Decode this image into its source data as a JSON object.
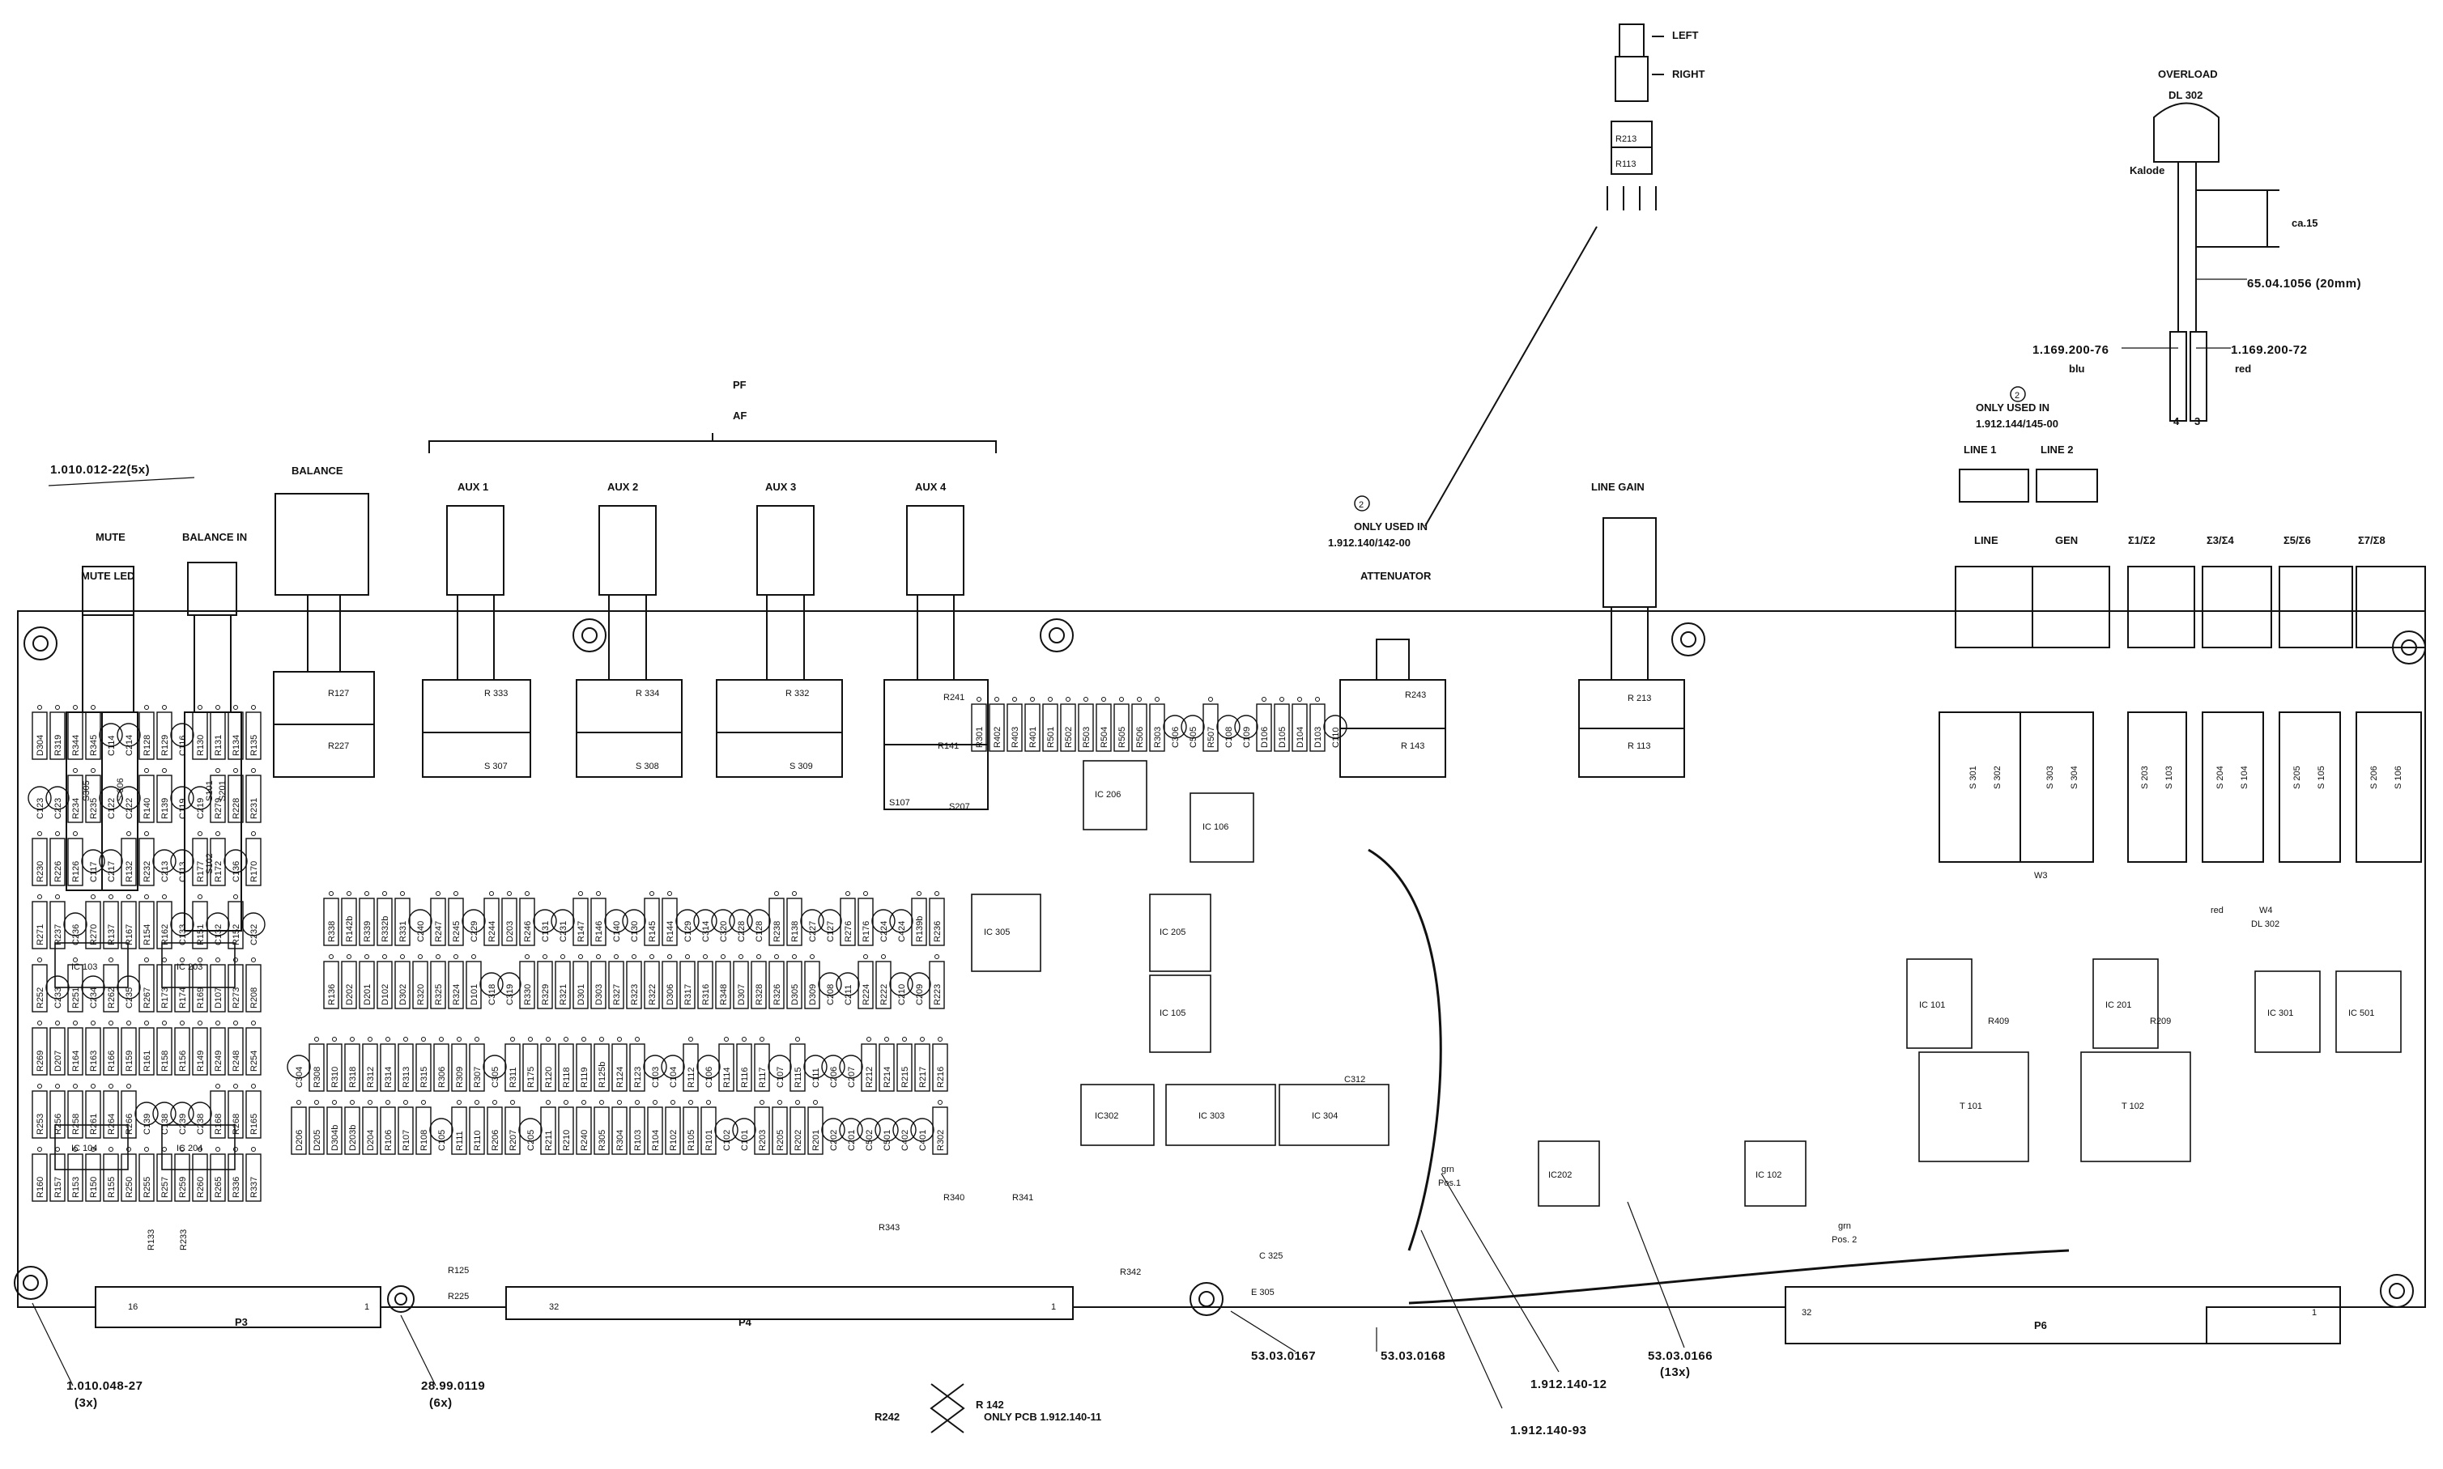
{
  "diagram": {
    "pot_labels": {
      "balance": "BALANCE",
      "mute": "MUTE",
      "mute_led": "MUTE LED",
      "balance_in": "BALANCE IN",
      "aux1": "AUX 1",
      "aux2": "AUX 2",
      "aux3": "AUX 3",
      "aux4": "AUX 4",
      "pf": "PF",
      "af": "AF",
      "line_gain": "LINE GAIN",
      "attenuator": "ATTENUATOR",
      "left": "LEFT",
      "right": "RIGHT",
      "overload": "OVERLOAD",
      "dl302": "DL 302",
      "kalode": "Kalode",
      "ca15": "ca.15",
      "line1": "LINE 1",
      "line2": "LINE 2",
      "line": "LINE",
      "gen": "GEN",
      "s12": "Σ1/Σ2",
      "s34": "Σ3/Σ4",
      "s56": "Σ5/Σ6",
      "s78": "Σ7/Σ8"
    },
    "notes": {
      "only_used_in_1": "ONLY USED IN",
      "only_used_in_1_val": "1.912.140/142-00",
      "only_used_in_2": "ONLY USED IN",
      "only_used_in_2_val": "1.912.144/145-00",
      "only_pcb": "ONLY PCB 1.912.140-11",
      "circ2": "2"
    },
    "part_numbers": {
      "pn_1010012": "1.010.012-22(5x)",
      "pn_1010048": "1.010.048-27",
      "pn_1010048_q": "(3x)",
      "pn_2899": "28.99.0119",
      "pn_2899_q": "(6x)",
      "pn_530167": "53.03.0167",
      "pn_530168": "53.03.0168",
      "pn_1912140_12": "1.912.140-12",
      "pn_1912140_93": "1.912.140-93",
      "pn_530166": "53.03.0166",
      "pn_530166_q": "(13x)",
      "pn_6504": "65.04.1056 (20mm)",
      "pn_1169_76": "1.169.200-76",
      "pn_1169_72": "1.169.200-72",
      "blu": "blu",
      "red": "red",
      "pin4": "4",
      "pin3": "3"
    },
    "connectors": {
      "p3": "P3",
      "p4": "P4",
      "p6": "P6",
      "p3_pin16": "16",
      "p3_pin1": "1",
      "p4_pin32": "32",
      "p4_pin1": "1",
      "p6_pin32": "32",
      "p6_pin1": "1"
    },
    "pot_refs": {
      "r127": "R127",
      "r227": "R227",
      "r333": "R 333",
      "s307": "S 307",
      "r334": "R 334",
      "s308": "S 308",
      "r332": "R 332",
      "s309": "S 309",
      "r241": "R241",
      "r141": "R141",
      "s107": "S107",
      "s207": "S207",
      "r243": "R243",
      "r143": "R 143",
      "r213": "R 213",
      "r113": "R 113",
      "r213b": "R213",
      "r113b": "R113",
      "r242": "R242",
      "r142": "R 142"
    },
    "ics": {
      "ic103": "IC 103",
      "ic203": "IC 203",
      "ic104": "IC 104",
      "ic204": "IC 204",
      "ic206": "IC 206",
      "ic106": "IC 106",
      "ic305": "IC 305",
      "ic205": "IC 205",
      "ic105": "IC 105",
      "ic302": "IC302",
      "ic303": "IC 303",
      "ic304": "IC 304",
      "ic202": "IC202",
      "ic102": "IC 102",
      "ic101": "IC 101",
      "ic201": "IC 201",
      "ic301": "IC 301",
      "ic501": "IC 501",
      "t101": "T 101",
      "t102": "T 102",
      "r409": "R409",
      "r209": "R209"
    },
    "switches": {
      "s305": "S305",
      "s306": "S 306",
      "s101": "S101",
      "s201": "S201",
      "s102": "S102",
      "s301": "S 301",
      "s302": "S 302",
      "s303": "S 303",
      "s304": "S 304",
      "s203": "S 203",
      "s103": "S 103",
      "s204": "S 204",
      "s104": "S 104",
      "s205": "S 205",
      "s105": "S 105",
      "s206": "S 206",
      "s106": "S 106"
    },
    "misc": {
      "grn_pos1": "grn",
      "pos1": "Pos.1",
      "grn_pos2": "grn",
      "pos2": "Pos. 2",
      "w3": "W3",
      "w4": "W4",
      "dl302b": "DL 302",
      "red_small": "red",
      "r340": "R340",
      "r341": "R341",
      "r343": "R343",
      "r342": "R342",
      "c325": "C 325",
      "e305": "E 305",
      "c312": "C312",
      "r125": "R125",
      "r225": "R225",
      "r133": "R133",
      "r233": "R233"
    },
    "components": [
      "D304",
      "R319",
      "R344",
      "R345",
      "C114",
      "C214",
      "R128",
      "R129",
      "C116",
      "R130",
      "R131",
      "R134",
      "R135",
      "C123",
      "C223",
      "R234",
      "R235",
      "C122",
      "C222",
      "R140",
      "R139",
      "C119",
      "C219",
      "R279",
      "R228",
      "R231",
      "R230",
      "R226",
      "R126",
      "C117",
      "C217",
      "R132",
      "R232",
      "C213",
      "C113",
      "R177",
      "R172",
      "C136",
      "R170",
      "R271",
      "R237",
      "C236",
      "R270",
      "R137",
      "R167",
      "R154",
      "R162",
      "C133",
      "R151",
      "C132",
      "R152",
      "C232",
      "R252",
      "C233",
      "R251",
      "C234",
      "R262",
      "C235",
      "R267",
      "R173",
      "R174",
      "R169",
      "D107",
      "R273",
      "R208",
      "R269",
      "D207",
      "R164",
      "R163",
      "R166",
      "R159",
      "R161",
      "R158",
      "R156",
      "R149",
      "R249",
      "R248",
      "R254",
      "R253",
      "R256",
      "R258",
      "R261",
      "R264",
      "R266",
      "C139",
      "C138",
      "C239",
      "C238",
      "R168",
      "R268",
      "R165",
      "R160",
      "R157",
      "R153",
      "R150",
      "R155",
      "R250",
      "R255",
      "R257",
      "R259",
      "R260",
      "R265",
      "R336",
      "R337",
      "R338",
      "R142b",
      "R339",
      "R332b",
      "R331",
      "C240",
      "R247",
      "R245",
      "C229",
      "R244",
      "D203",
      "R246",
      "C131",
      "C231",
      "R147",
      "R146",
      "C140",
      "C130",
      "R145",
      "R144",
      "C129",
      "C314",
      "C320",
      "C228",
      "C128",
      "R238",
      "R138",
      "C227",
      "C127",
      "R276",
      "R176",
      "C224",
      "C424",
      "R139b",
      "R236",
      "R136",
      "D202",
      "D201",
      "D102",
      "D302",
      "R320",
      "R325",
      "R324",
      "D101",
      "C318",
      "C319",
      "R330",
      "R329",
      "R321",
      "D301",
      "D303",
      "R327",
      "R323",
      "R322",
      "D306",
      "R317",
      "R316",
      "R348",
      "D307",
      "R328",
      "R326",
      "D305",
      "D309",
      "C208",
      "C211",
      "R224",
      "R222",
      "C210",
      "C209",
      "R223",
      "C304",
      "R308",
      "R310",
      "R318",
      "R312",
      "R314",
      "R313",
      "R315",
      "R306",
      "R309",
      "R307",
      "C305",
      "R311",
      "R175",
      "R120",
      "R118",
      "R119",
      "R125b",
      "R124",
      "R123",
      "C103",
      "C104",
      "R112",
      "C106",
      "R114",
      "R116",
      "R117",
      "C107",
      "R115",
      "C111",
      "C206",
      "C207",
      "R212",
      "R214",
      "R215",
      "R217",
      "R216",
      "D206",
      "D205",
      "D304b",
      "D203b",
      "D204",
      "R106",
      "R107",
      "R108",
      "C105",
      "R111",
      "R110",
      "R206",
      "R207",
      "C205",
      "R211",
      "R210",
      "R240",
      "R305",
      "R304",
      "R103",
      "R104",
      "R102",
      "R105",
      "R101",
      "C102",
      "C101",
      "R203",
      "R205",
      "R202",
      "R201",
      "C202",
      "C201",
      "C502",
      "C501",
      "C402",
      "C401",
      "R302",
      "R301",
      "R402",
      "R403",
      "R401",
      "R501",
      "R502",
      "R503",
      "R504",
      "R505",
      "R506",
      "R303",
      "C306",
      "C505",
      "R507",
      "C108",
      "C109",
      "D106",
      "D105",
      "D104",
      "D103",
      "C110"
    ]
  }
}
